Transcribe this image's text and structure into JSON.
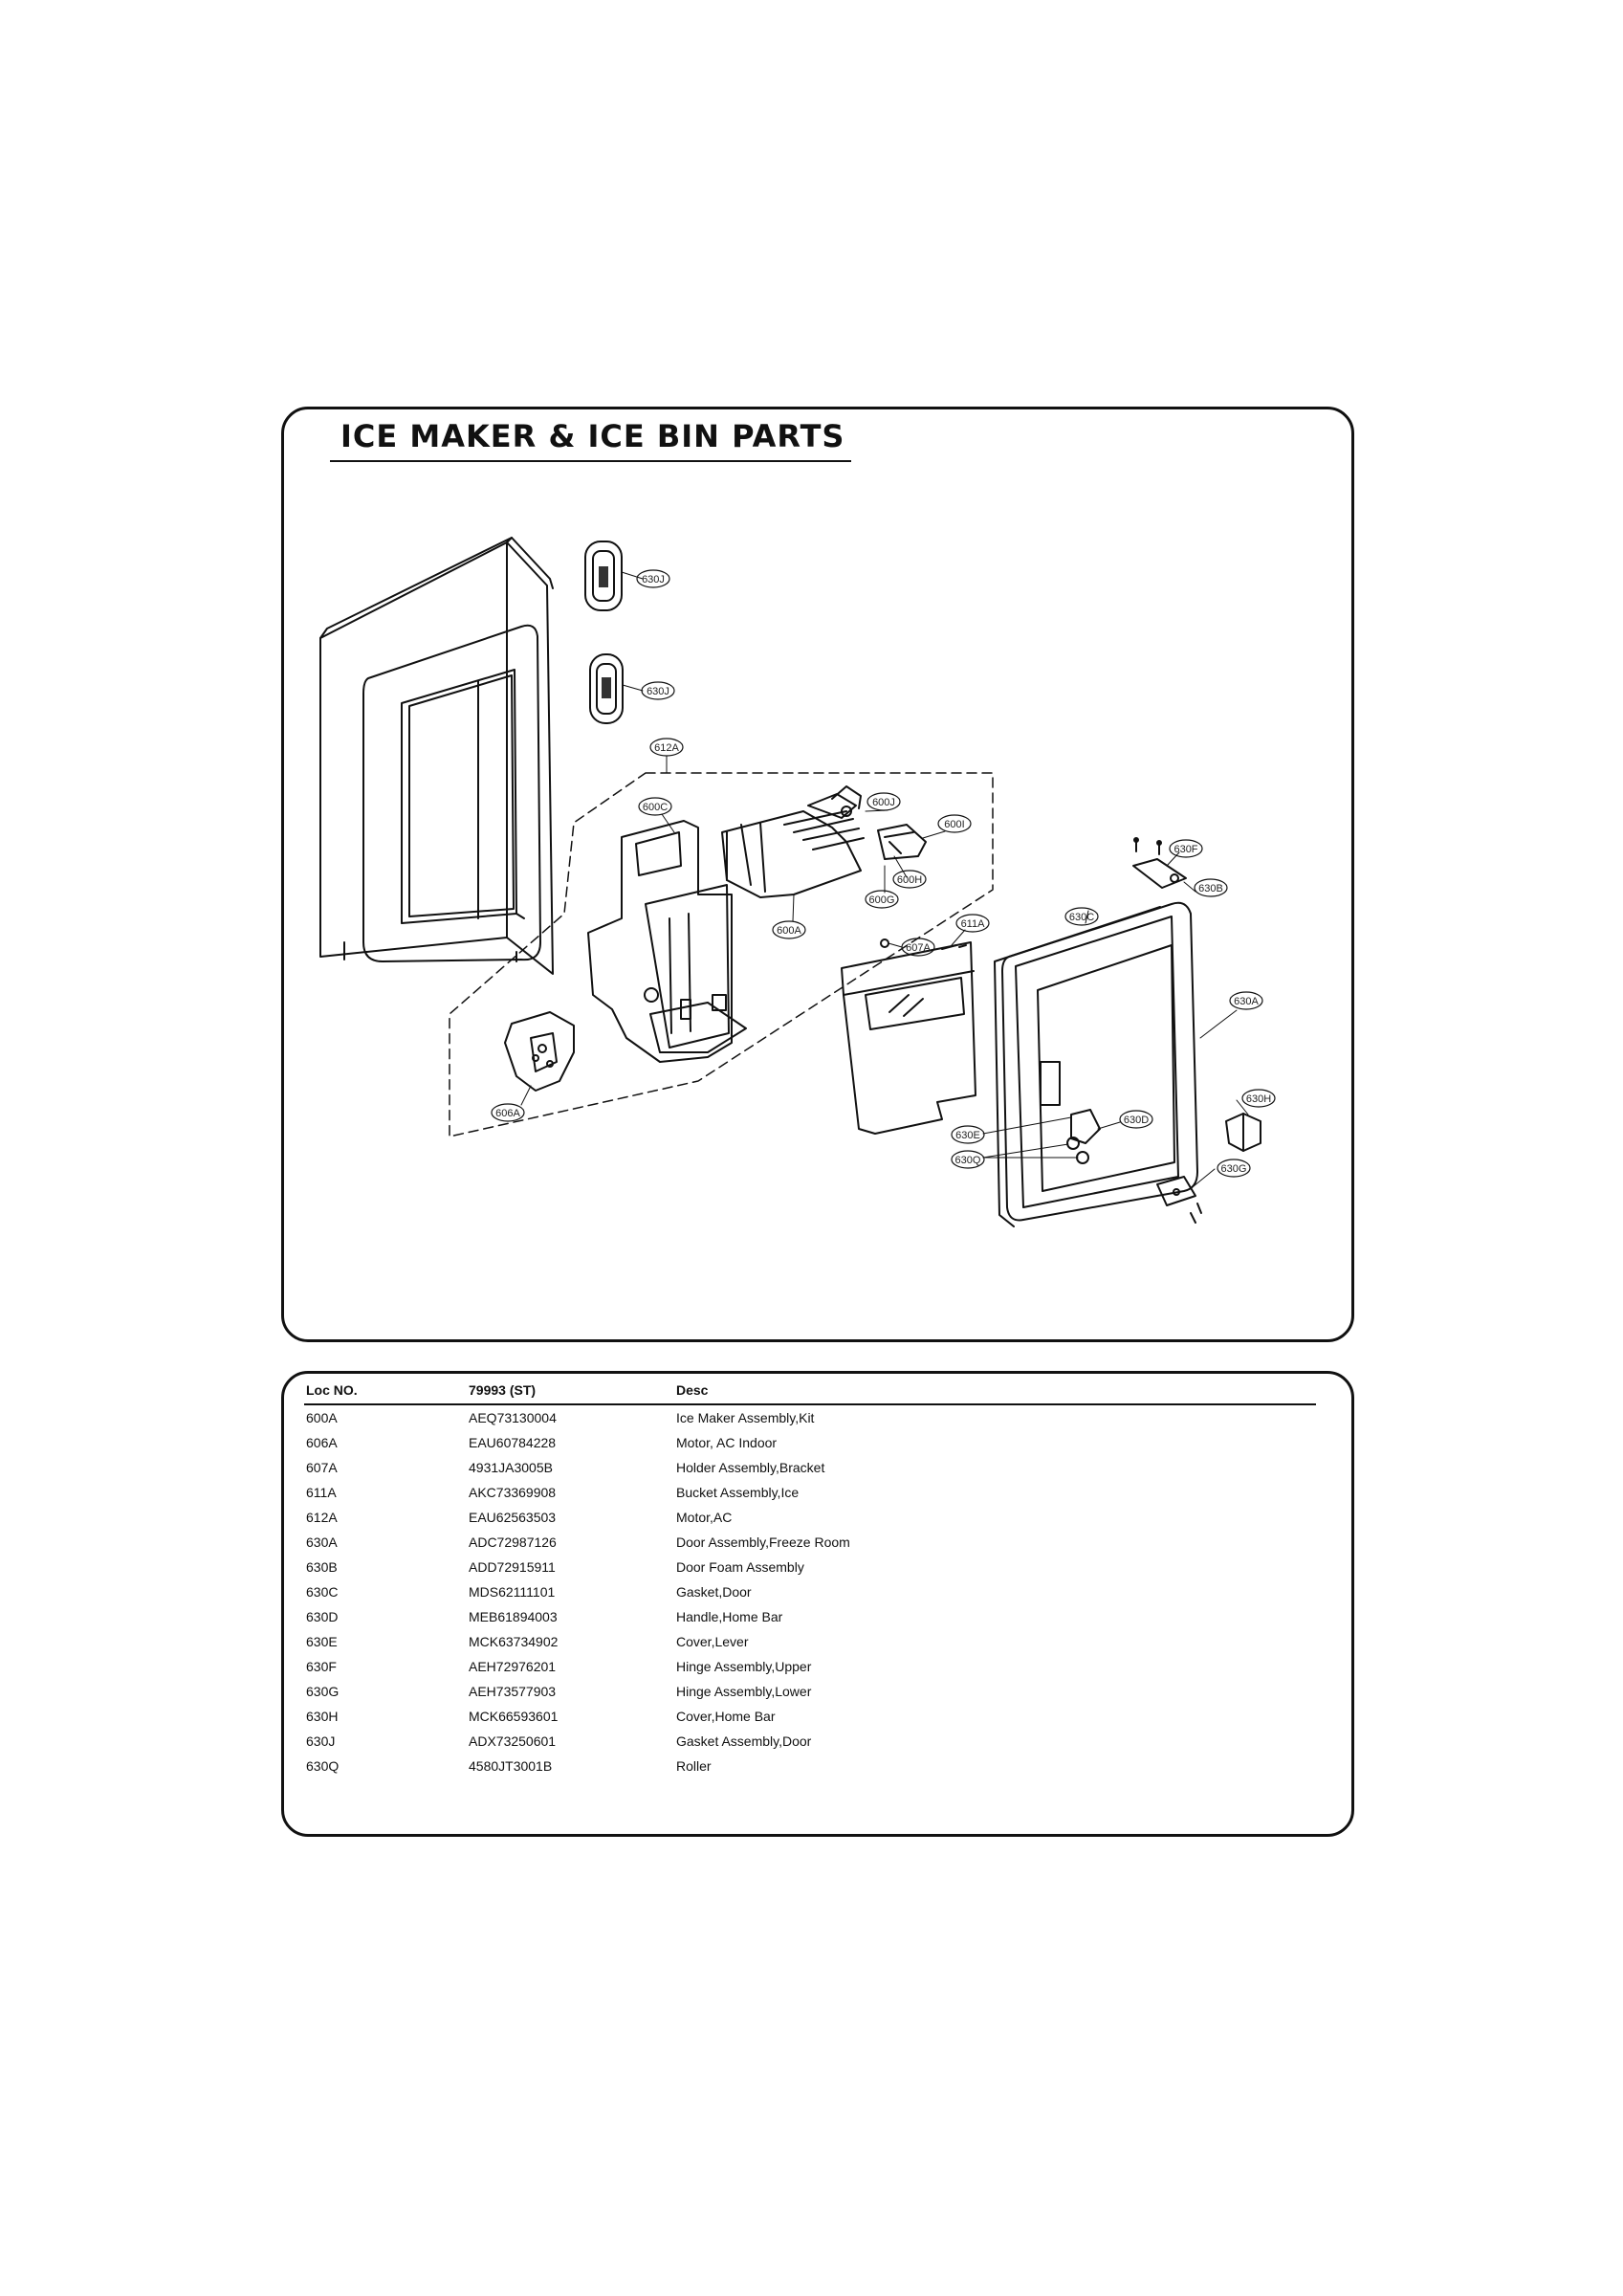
{
  "title": "ICE MAKER & ICE BIN PARTS",
  "callouts": [
    "630J",
    "630J",
    "612A",
    "600C",
    "600J",
    "600I",
    "600H",
    "600G",
    "600A",
    "611A",
    "607A",
    "606A",
    "630F",
    "630B",
    "630C",
    "630A",
    "630H",
    "630E",
    "630D",
    "630Q",
    "630G"
  ],
  "table": {
    "headers": [
      "Loc NO.",
      "79993 (ST)",
      "Desc"
    ],
    "rows": [
      [
        "600A",
        "AEQ73130004",
        "Ice Maker Assembly,Kit"
      ],
      [
        "606A",
        "EAU60784228",
        "Motor, AC Indoor"
      ],
      [
        "607A",
        "4931JA3005B",
        "Holder Assembly,Bracket"
      ],
      [
        "611A",
        "AKC73369908",
        "Bucket Assembly,Ice"
      ],
      [
        "612A",
        "EAU62563503",
        "Motor,AC"
      ],
      [
        "630A",
        "ADC72987126",
        "Door Assembly,Freeze Room"
      ],
      [
        "630B",
        "ADD72915911",
        "Door Foam Assembly"
      ],
      [
        "630C",
        "MDS62111101",
        "Gasket,Door"
      ],
      [
        "630D",
        "MEB61894003",
        "Handle,Home Bar"
      ],
      [
        "630E",
        "MCK63734902",
        "Cover,Lever"
      ],
      [
        "630F",
        "AEH72976201",
        "Hinge Assembly,Upper"
      ],
      [
        "630G",
        "AEH73577903",
        "Hinge Assembly,Lower"
      ],
      [
        "630H",
        "MCK66593601",
        "Cover,Home Bar"
      ],
      [
        "630J",
        "ADX73250601",
        "Gasket Assembly,Door"
      ],
      [
        "630Q",
        "4580JT3001B",
        "Roller"
      ]
    ]
  }
}
